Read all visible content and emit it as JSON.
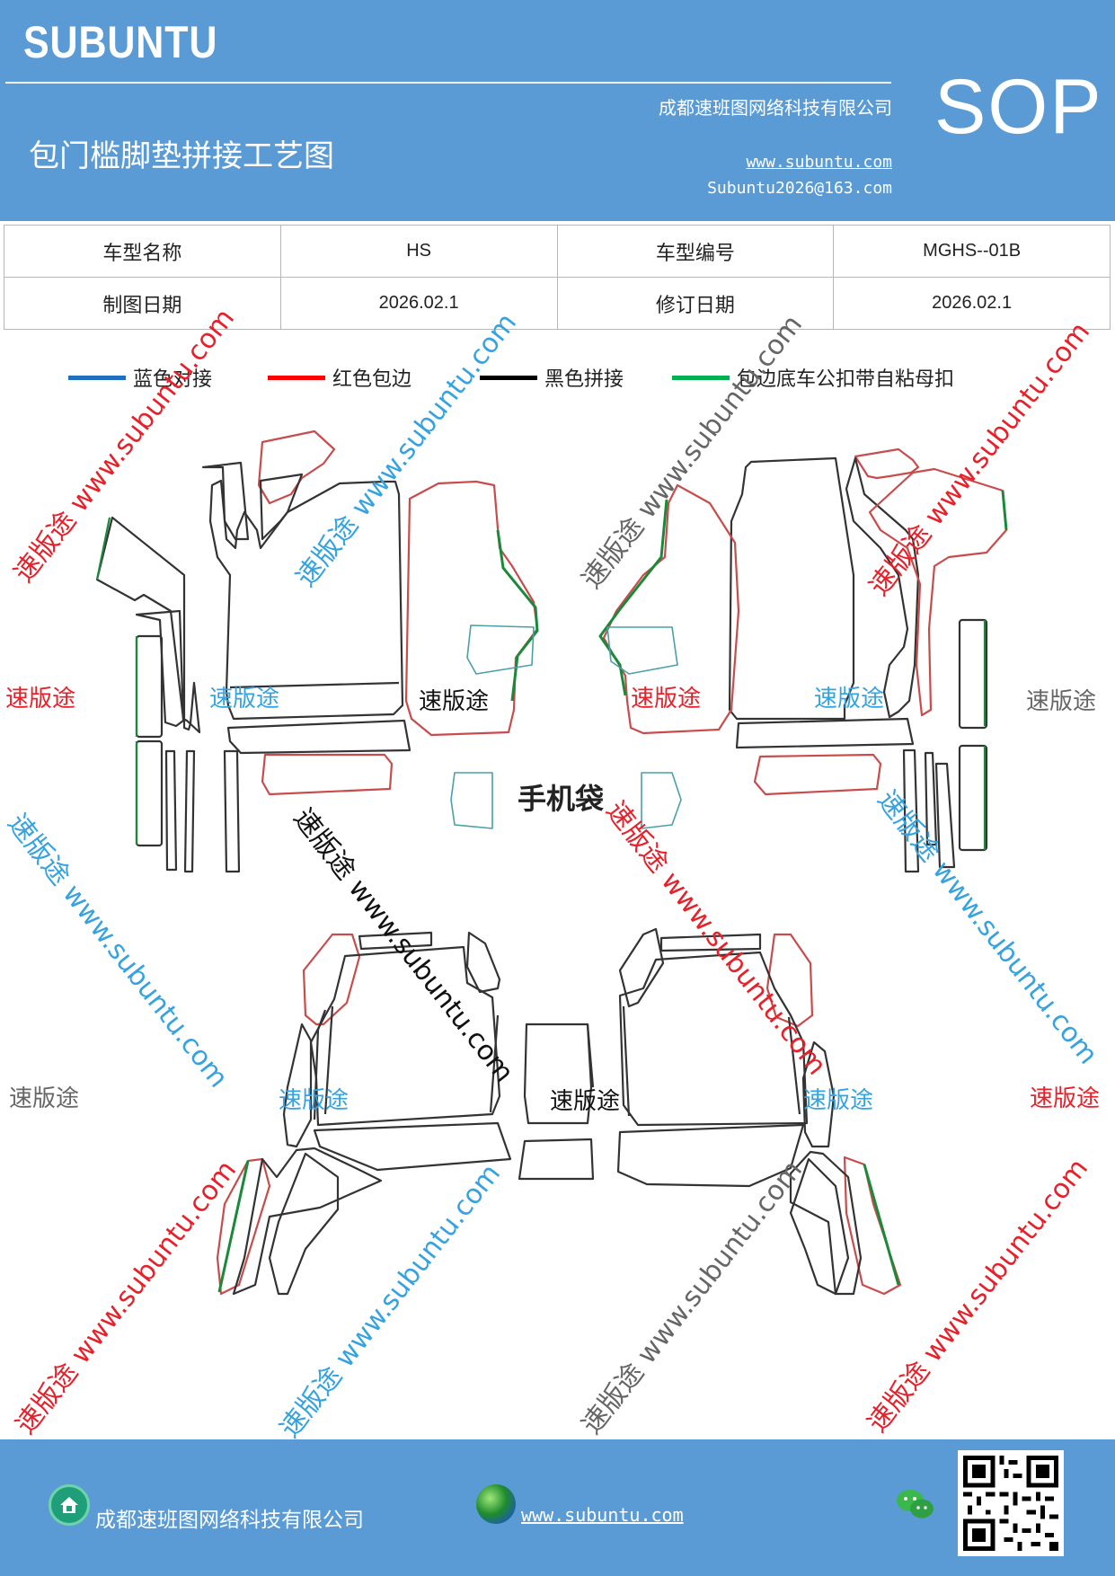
{
  "header": {
    "brand": "SUBUNTU",
    "company": "成都速班图网络科技有限公司",
    "title": "包门槛脚垫拼接工艺图",
    "website": "www.subuntu.com",
    "email": "Subuntu2026@163.com",
    "badge": "SOP"
  },
  "info_table": {
    "rows": [
      {
        "label1": "车型名称",
        "value1": "HS",
        "label2": "车型编号",
        "value2": "MGHS--01B"
      },
      {
        "label1": "制图日期",
        "value1": "2026.02.1",
        "label2": "修订日期",
        "value2": "2026.02.1"
      }
    ]
  },
  "legend": [
    {
      "label": "蓝色对接",
      "color": "#1f6fc0"
    },
    {
      "label": "红色包边",
      "color": "#ff0000"
    },
    {
      "label": "黑色拼接",
      "color": "#000000"
    },
    {
      "label": "包边底车公扣带自粘母扣",
      "color": "#00b050"
    }
  ],
  "drawing": {
    "phone_bag_label": "手机袋",
    "watermark_brand": "速版途",
    "watermark_diag": "速版途 www.subuntu.com",
    "colors": {
      "outline": "#333333",
      "red_edge": "#c84c4c",
      "green_edge": "#1a8a3a",
      "blue_edge": "#4a9fa8"
    }
  },
  "footer": {
    "company": "成都速班图网络科技有限公司",
    "website": "www.subuntu.com ",
    "icons": [
      "home-icon",
      "globe-icon",
      "wechat-icon",
      "qr-code"
    ]
  }
}
